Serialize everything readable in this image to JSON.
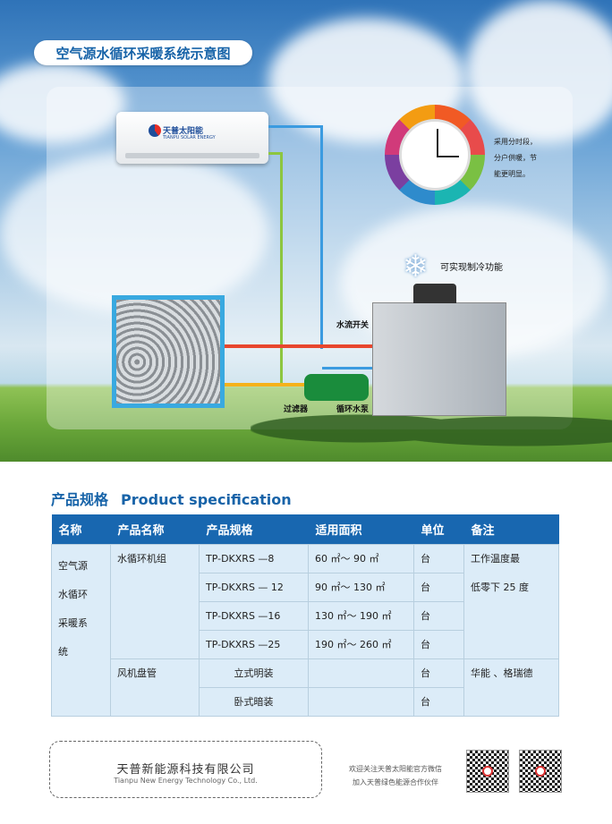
{
  "hero": {
    "title": "空气源水循环采暖系统示意图",
    "ac_brand": "天普太阳能",
    "ac_brand_en": "TIANPU SOLAR ENERGY",
    "clock_text": [
      "采用分时段，",
      "分户供暖，节",
      "能更明显。"
    ],
    "cooling_text": "可实现制冷功能",
    "labels": {
      "flow_switch": "水流开关",
      "filter": "过滤器",
      "pump": "循环水泵"
    }
  },
  "spec": {
    "title_cn": "产品规格",
    "title_en": "Product specification",
    "headers": [
      "名称",
      "产品名称",
      "产品规格",
      "适用面积",
      "单位",
      "备注"
    ],
    "name": [
      "空气源",
      "水循环",
      "采暖系",
      "统"
    ],
    "group1": {
      "product": "水循环机组",
      "rows": [
        {
          "spec": "TP-DKXRS —8",
          "area": "60 ㎡～ 90 ㎡",
          "unit": "台"
        },
        {
          "spec": "TP-DKXRS — 12",
          "area": "90 ㎡～ 130 ㎡",
          "unit": "台"
        },
        {
          "spec": "TP-DKXRS —16",
          "area": "130 ㎡～ 190 ㎡",
          "unit": "台"
        },
        {
          "spec": "TP-DKXRS —25",
          "area": "190 ㎡～ 260 ㎡",
          "unit": "台"
        }
      ],
      "note": [
        "工作温度最",
        "低零下 25 度"
      ]
    },
    "group2": {
      "product": "风机盘管",
      "rows": [
        {
          "spec": "立式明装",
          "unit": "台"
        },
        {
          "spec": "卧式暗装",
          "unit": "台"
        }
      ],
      "note": "华能 、格瑞德"
    }
  },
  "footer": {
    "company_cn": "天普新能源科技有限公司",
    "company_en": "Tianpu New Energy Technology Co., Ltd.",
    "follow": [
      "欢迎关注天普太阳能官方微信",
      "加入天普绿色能源合作伙伴"
    ]
  }
}
